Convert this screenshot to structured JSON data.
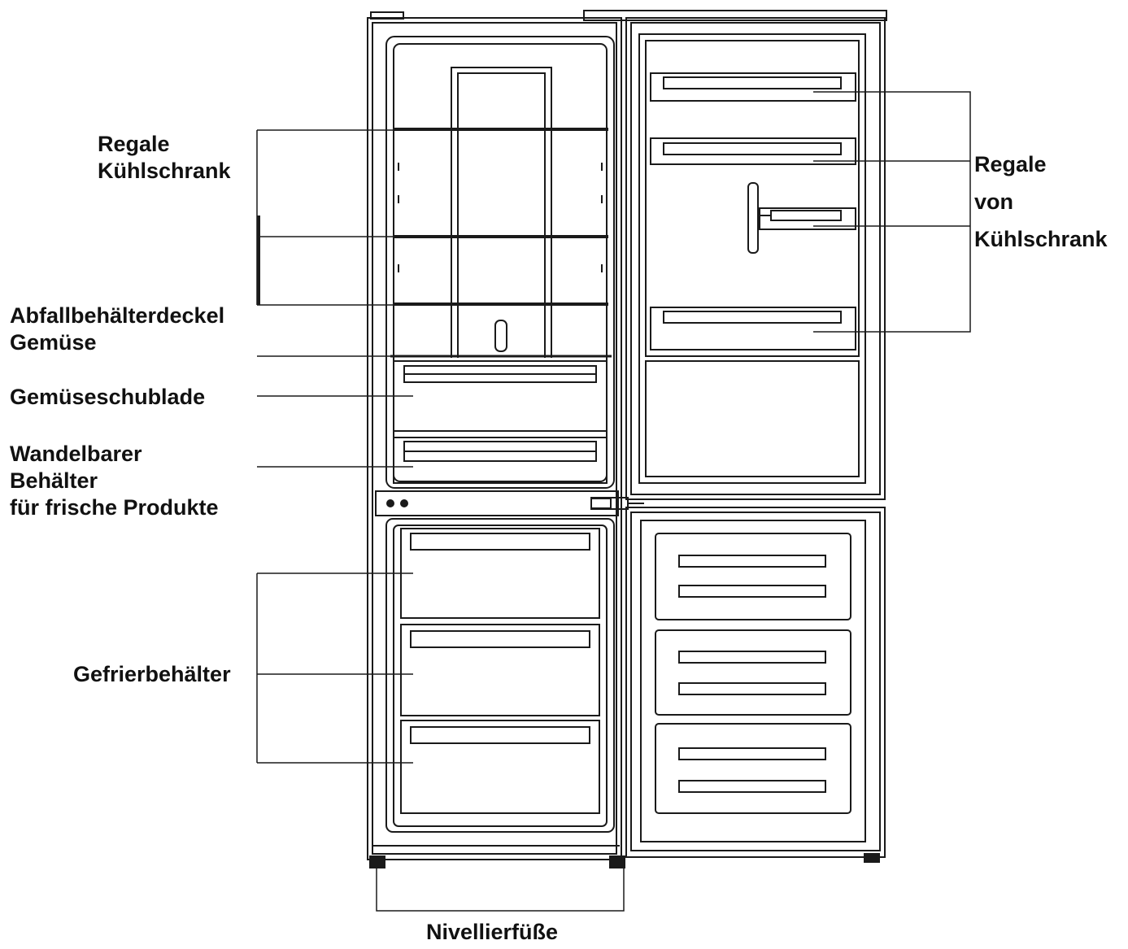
{
  "labels": {
    "shelves_fridge_left": [
      "Regale",
      "Kühlschrank"
    ],
    "crisper_cover": [
      "Abfallbehälterdeckel",
      "Gemüse"
    ],
    "crisper_drawer": "Gemüseschublade",
    "convertible_bin": [
      "Wandelbarer",
      "Behälter",
      "für frische Produkte"
    ],
    "freezer_bins": "Gefrierbehälter",
    "door_shelves": [
      "Regale",
      "von",
      "Kühlschrank"
    ],
    "leveling_feet": "Nivellierfüße"
  },
  "colors": {
    "line": "#1a1a1a",
    "text": "#111111",
    "background": "#ffffff"
  }
}
